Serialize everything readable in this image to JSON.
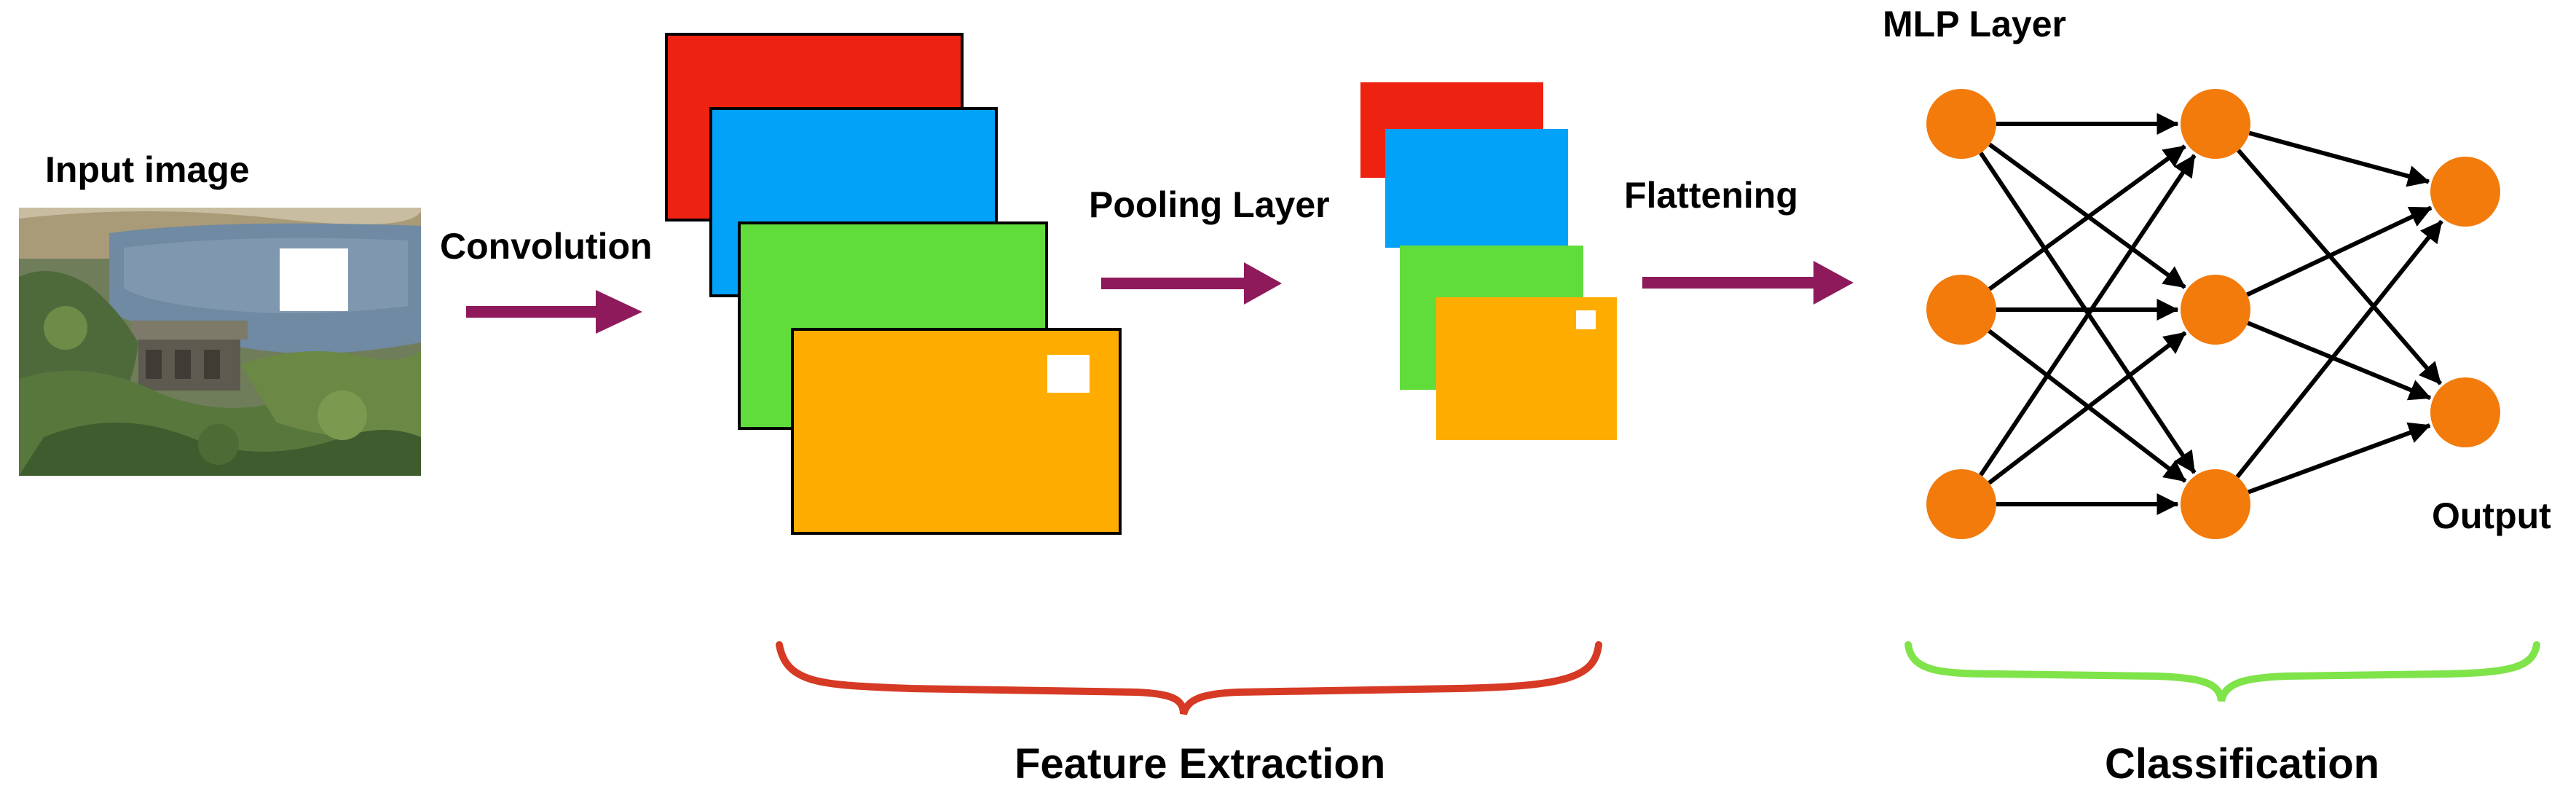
{
  "labels": {
    "input_image": "Input image",
    "convolution": "Convolution",
    "pooling_layer": "Pooling Layer",
    "flattening": "Flattening",
    "mlp_layer": "MLP Layer",
    "output": "Output",
    "feature_extraction": "Feature Extraction",
    "classification": "Classification"
  },
  "colors": {
    "feature_map_red": "#ee2210",
    "feature_map_blue": "#01a2f8",
    "feature_map_green": "#60dd3b",
    "feature_map_orange": "#ffac00",
    "arrow": "#8e1a5c",
    "node": "#f27b0c",
    "brace_feature": "#d63a25",
    "brace_classification": "#7fe34a"
  },
  "network": {
    "layers": [
      3,
      3,
      2
    ]
  }
}
